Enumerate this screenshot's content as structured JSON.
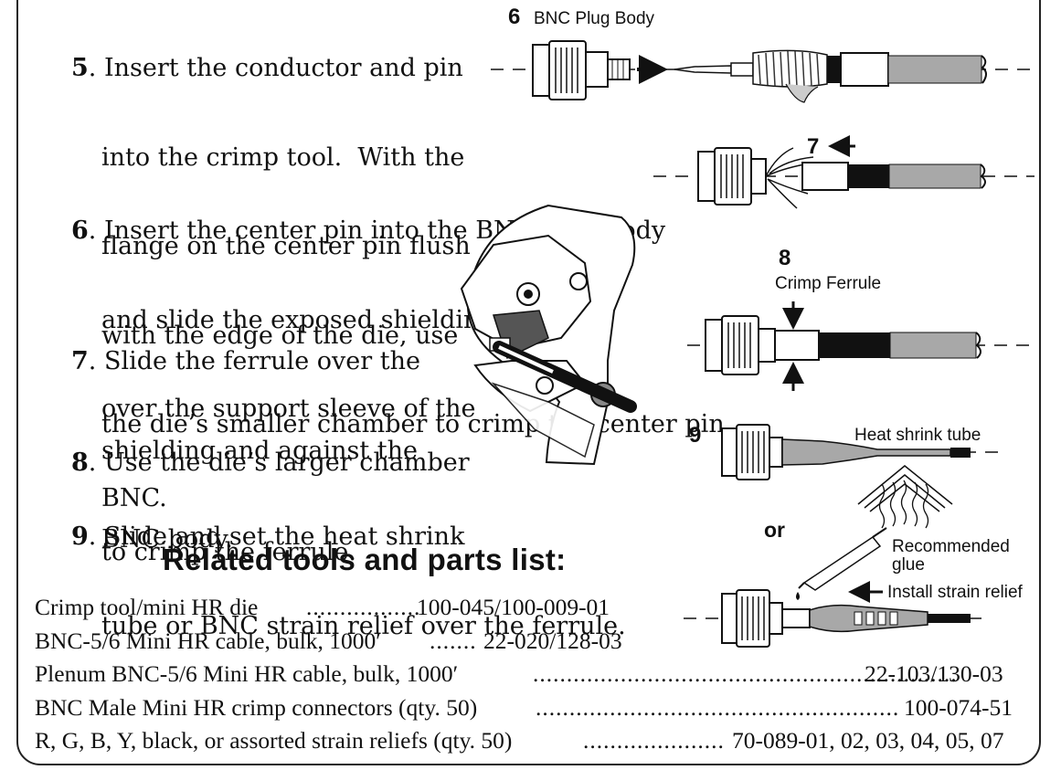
{
  "steps": [
    {
      "num": "5",
      "lines": [
        "Insert the conductor and pin",
        "into the crimp tool.  With the",
        "flange on the center pin flush",
        "with the edge of the die, use",
        "the die’s smaller chamber to crimp the center pin."
      ]
    },
    {
      "num": "6",
      "lines": [
        "Insert the center pin into the BNC plug body",
        "and slide the exposed shielding",
        "over the support sleeve of the",
        "BNC."
      ]
    },
    {
      "num": "7",
      "lines": [
        "Slide the ferrule over the",
        "shielding and against the",
        "BNC body."
      ]
    },
    {
      "num": "8",
      "lines": [
        "Use the die’s larger chamber",
        "to crimp the ferrule."
      ]
    },
    {
      "num": "9",
      "lines": [
        "Slide and set the heat shrink",
        "tube or BNC strain relief over the ferrule."
      ]
    }
  ],
  "related": {
    "heading": "Related tools and parts list:",
    "items": [
      {
        "desc": "Crimp tool/mini HR die",
        "dots": ".................",
        "part": "100-045/100-009-01"
      },
      {
        "desc": "BNC-5/6 Mini HR cable, bulk, 1000′",
        "dots": ".......",
        "part": "22-020/128-03"
      },
      {
        "desc": "Plenum BNC-5/6 Mini HR cable, bulk, 1000′",
        "dots": "...............................................................",
        "part": "22-103/130-03"
      },
      {
        "desc": "BNC Male Mini HR crimp connectors (qty. 50)",
        "dots": "......................................................",
        "part": "100-074-51"
      },
      {
        "desc": "R, G, B, Y, black, or assorted strain reliefs (qty. 50)",
        "dots": ".....................",
        "part": "70-089-01, 02, 03, 04, 05, 07"
      }
    ]
  },
  "figures": {
    "fig6": {
      "num": "6",
      "label": "BNC Plug Body"
    },
    "fig7": {
      "num": "7"
    },
    "fig8": {
      "num": "8",
      "label": "Crimp Ferrule"
    },
    "fig9": {
      "num": "9",
      "label": "Heat shrink tube"
    },
    "or_label": "or",
    "strain": {
      "glue_line1": "Recommended",
      "glue_line2": "glue",
      "install": "Install strain relief"
    }
  }
}
